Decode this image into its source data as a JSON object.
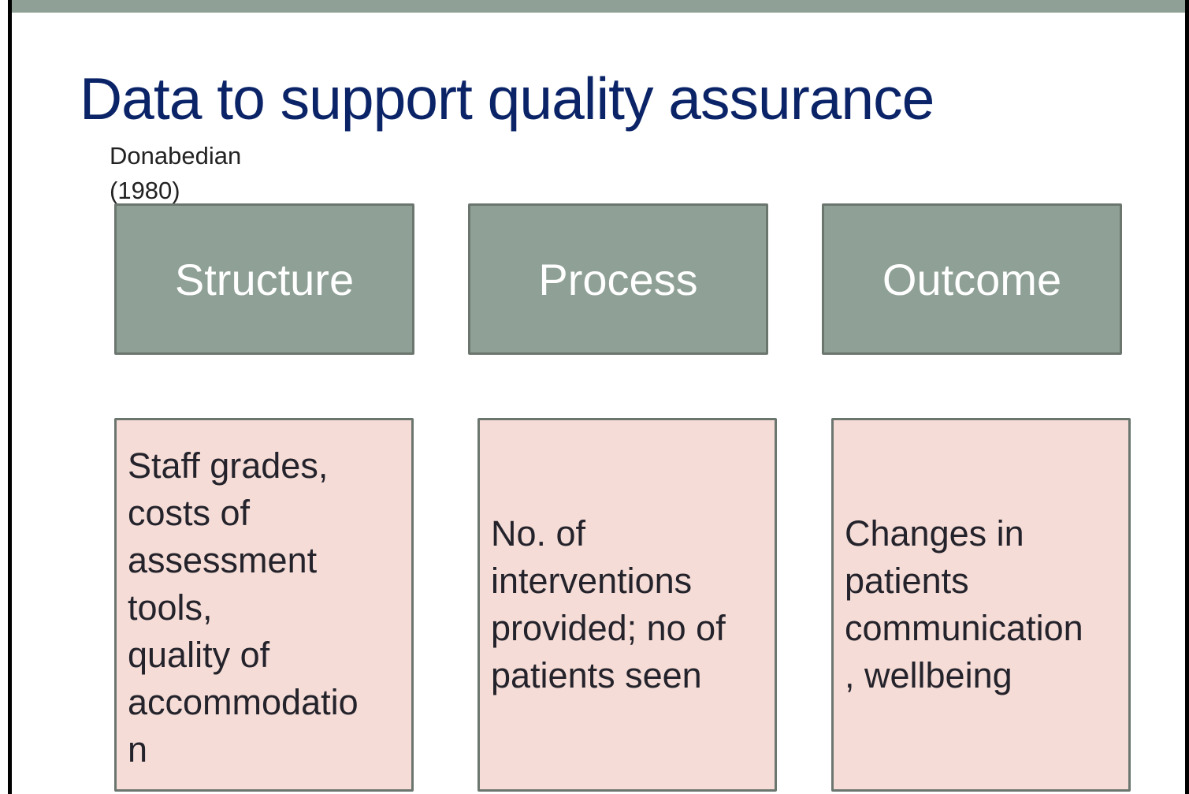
{
  "slide": {
    "title": "Data to support quality assurance",
    "citation_line1": "Donabedian",
    "citation_line2": "(1980)",
    "colors": {
      "accent_bar": "#8fa096",
      "title": "#0b2468",
      "header_box_fill": "#8fa096",
      "detail_box_fill": "#f5dcd7",
      "box_border": "#6b766f"
    }
  },
  "columns": [
    {
      "heading": "Structure",
      "detail": "Staff grades,\ncosts of\nassessment\ntools,\nquality of\naccommodatio\nn"
    },
    {
      "heading": "Process",
      "detail": "No. of\ninterventions\nprovided; no of\npatients seen"
    },
    {
      "heading": "Outcome",
      "detail": "Changes in\npatients\ncommunication\n, wellbeing"
    }
  ]
}
